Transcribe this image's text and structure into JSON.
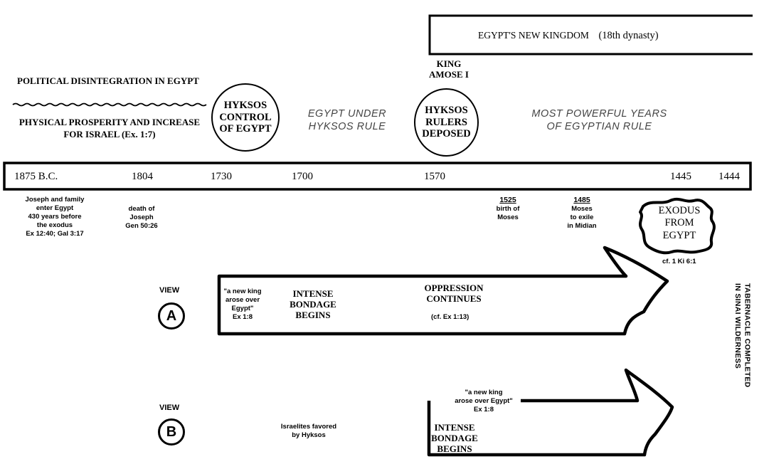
{
  "new_kingdom": {
    "title": "EGYPT'S NEW KINGDOM",
    "dynasty": "(18th dynasty)"
  },
  "king": [
    "KING",
    "AMOSE I"
  ],
  "political": "POLITICAL DISINTEGRATION IN EGYPT",
  "prosperity": [
    "PHYSICAL PROSPERITY AND INCREASE",
    "FOR ISRAEL (Ex. 1:7)"
  ],
  "hyksos_control": [
    "HYKSOS",
    "CONTROL",
    "OF EGYPT"
  ],
  "egypt_under": [
    "EGYPT UNDER",
    "HYKSOS RULE"
  ],
  "hyksos_deposed": [
    "HYKSOS",
    "RULERS",
    "DEPOSED"
  ],
  "most_powerful": [
    "MOST POWERFUL YEARS",
    "OF EGYPTIAN RULE"
  ],
  "timeline": {
    "years": [
      "1875 B.C.",
      "1804",
      "1730",
      "1700",
      "1570",
      "1445",
      "1444"
    ]
  },
  "notes": {
    "joseph_enter": [
      "Joseph and family",
      "enter Egypt",
      "430 years before",
      "the exodus",
      "Ex 12:40; Gal 3:17"
    ],
    "death_joseph": [
      "death of",
      "Joseph",
      "Gen 50:26"
    ],
    "birth_moses": {
      "year": "1525",
      "lines": [
        "birth of",
        "Moses"
      ]
    },
    "moses_exile": {
      "year": "1485",
      "lines": [
        "Moses",
        "to exile",
        "in Midian"
      ]
    },
    "exodus": [
      "EXODUS",
      "FROM",
      "EGYPT"
    ],
    "exodus_ref": "cf. 1 Ki 6:1"
  },
  "view_a": {
    "label": "VIEW",
    "letter": "A",
    "new_king": [
      "\"a new king",
      "arose over",
      "Egypt\"",
      "Ex 1:8"
    ],
    "intense": [
      "INTENSE",
      "BONDAGE",
      "BEGINS"
    ],
    "oppression": [
      "OPPRESSION",
      "CONTINUES"
    ],
    "oppression_ref": "(cf. Ex 1:13)"
  },
  "view_b": {
    "label": "VIEW",
    "letter": "B",
    "favored": [
      "Israelites favored",
      "by Hyksos"
    ],
    "new_king": [
      "\"a new king",
      "arose over Egypt\"",
      "Ex 1:8"
    ],
    "intense": [
      "INTENSE",
      "BONDAGE",
      "BEGINS"
    ]
  },
  "tabernacle": [
    "TABERNACLE COMPLETED",
    "IN SINAI WILDERNESS"
  ]
}
